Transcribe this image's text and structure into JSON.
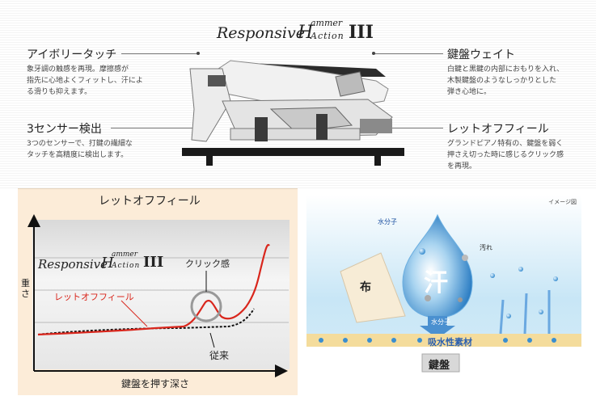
{
  "top": {
    "logo": {
      "part1": "Responsive",
      "part2_cap": "H",
      "part2_small": "ammer",
      "part3_small": "Action",
      "part4": "III"
    },
    "ivory": {
      "label": "アイボリータッチ",
      "desc": [
        "象牙調の触感を再現。摩擦感が",
        "指先に心地よくフィットし、汗によ",
        "る滑りも抑えます。"
      ]
    },
    "sensor": {
      "label": "3センサー検出",
      "desc": [
        "3つのセンサーで、打鍵の繊細な",
        "タッチを高精度に検出します。"
      ]
    },
    "weight": {
      "label": "鍵盤ウェイト",
      "desc": [
        "白鍵と黒鍵の内部におもりを入れ、",
        "木製鍵盤のようなしっかりとした",
        "弾き心地に。"
      ]
    },
    "letoff": {
      "label": "レットオフフィール",
      "desc": [
        "グランドピアノ特有の、鍵盤を弱く",
        "押さえ切った時に感じるクリック感",
        "を再現。"
      ]
    }
  },
  "chart": {
    "title": "レットオフフィール",
    "ylabel": "重さ",
    "xlabel": "鍵盤を押す深さ",
    "click_label": "クリック感",
    "red_label": "レットオフフィール",
    "black_label": "従来",
    "colors": {
      "red": "#d9261c",
      "black": "#111111"
    }
  },
  "sweat": {
    "note": "イメージ図",
    "mol1": "水分子",
    "mol2": "水分子",
    "dirt": "汚れ",
    "cloth": "布",
    "sweat_char": "汗",
    "layer": "吸水性素材",
    "key": "鍵盤"
  }
}
